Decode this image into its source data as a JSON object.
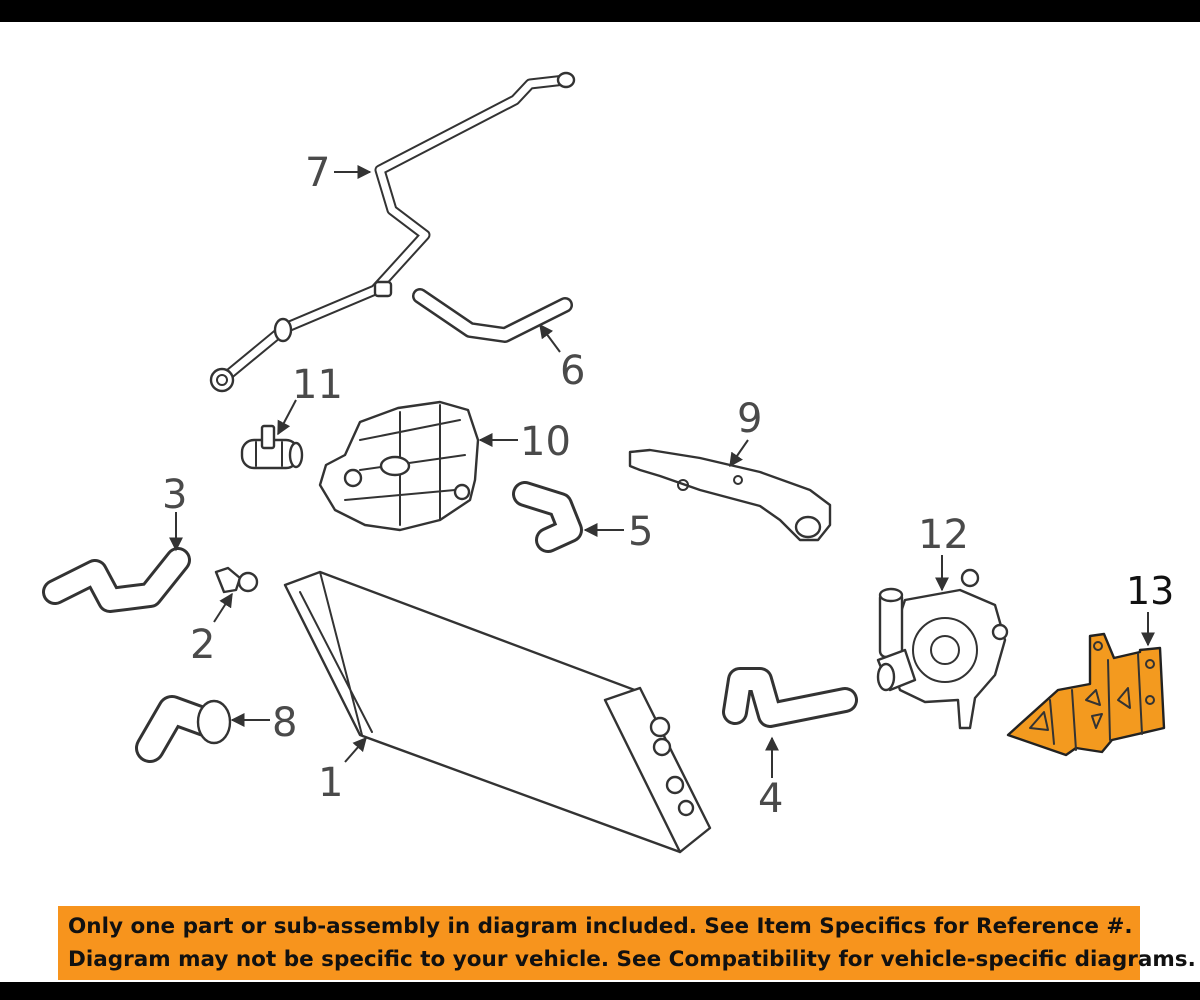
{
  "callouts": {
    "c1": "1",
    "c2": "2",
    "c3": "3",
    "c4": "4",
    "c5": "5",
    "c6": "6",
    "c7": "7",
    "c8": "8",
    "c9": "9",
    "c10": "10",
    "c11": "11",
    "c12": "12",
    "c13": "13"
  },
  "highlighted_part": "13",
  "colors": {
    "highlight": "#f39a1f",
    "banner_background": "#f7941d",
    "line_art": "#333333"
  },
  "banner": {
    "line1": "Only one part or sub-assembly in diagram included. See Item Specifics for Reference #.",
    "line2": "Diagram may not be specific to your vehicle. See Compatibility for vehicle-specific diagrams."
  }
}
